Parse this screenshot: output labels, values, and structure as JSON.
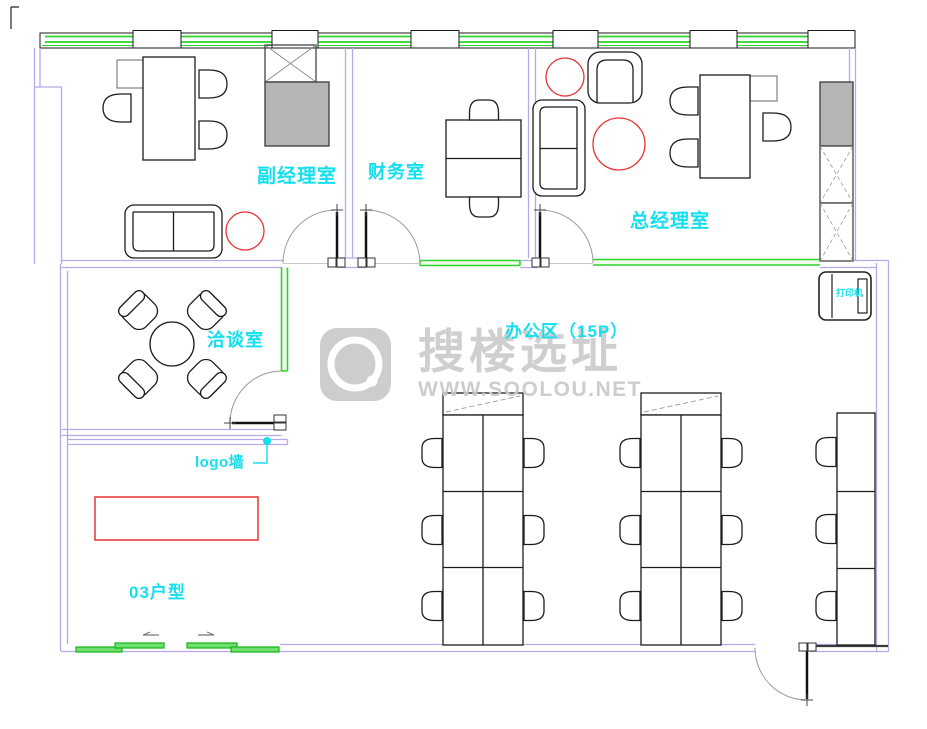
{
  "plan": {
    "rooms": [
      {
        "name": "deputy-manager-office",
        "label": "副经理室"
      },
      {
        "name": "finance-office",
        "label": "财务室"
      },
      {
        "name": "general-manager-office",
        "label": "总经理室"
      },
      {
        "name": "meeting-room",
        "label": "洽谈室"
      },
      {
        "name": "open-office-area",
        "label": "办公区（15P）"
      },
      {
        "name": "unit-type",
        "label": "03户型"
      }
    ],
    "callouts": {
      "logo_wall": "logo墙",
      "printer": "打印机"
    }
  },
  "watermark": {
    "brand": "搜楼选址",
    "site": "WWW.SOOLOU.NET"
  },
  "colors": {
    "wall": "#b7a8ea",
    "window_green": "#2cd42c",
    "label_cyan": "#13dfee",
    "accent_red": "#e63333",
    "cabinet_gray": "#b5b5b5",
    "watermark_gray": "#cbcbcb"
  }
}
